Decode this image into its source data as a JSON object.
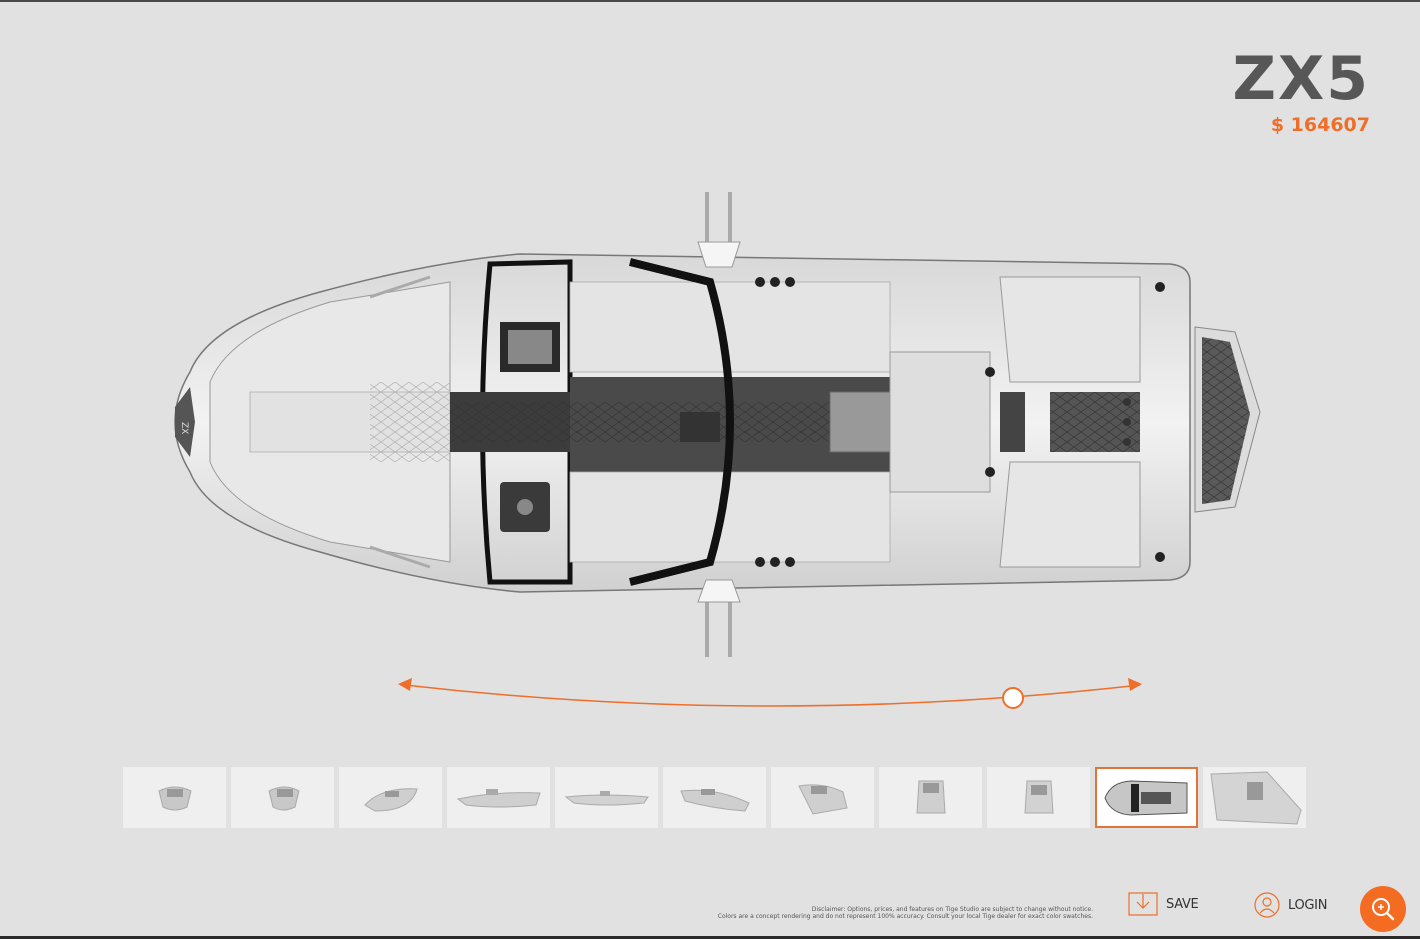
{
  "product": {
    "model_name": "ZX5",
    "price": "$ 164607"
  },
  "colors": {
    "accent": "#f36c21",
    "price": "#ee6e2a",
    "background": "#e1e1e1",
    "title": "#575757"
  },
  "viewer": {
    "main_view": "top-down",
    "main_view_icon": "boat-top-view-render",
    "rotate_slider": {
      "left_arrow_icon": "arrow-left-icon",
      "right_arrow_icon": "arrow-right-icon",
      "handle_position_pct": 81
    }
  },
  "thumbnails": [
    {
      "view": "front",
      "active": false
    },
    {
      "view": "front-three-quarter",
      "active": false
    },
    {
      "view": "bow-angle",
      "active": false
    },
    {
      "view": "side-profile-port",
      "active": false
    },
    {
      "view": "side-profile-low",
      "active": false
    },
    {
      "view": "stern-three-quarter",
      "active": false
    },
    {
      "view": "stern-angle",
      "active": false
    },
    {
      "view": "rear-elevated",
      "active": false
    },
    {
      "view": "rear",
      "active": false
    },
    {
      "view": "top-down",
      "active": true
    },
    {
      "view": "interior-detail",
      "active": false
    }
  ],
  "footer": {
    "disclaimer_line1": "Disclaimer: Options, prices, and features on Tige Studio are subject to change without notice.",
    "disclaimer_line2": "Colors are a concept rendering and do not represent 100% accuracy. Consult your local Tige dealer for exact color swatches.",
    "save_label": "SAVE",
    "login_label": "LOGIN",
    "zoom_icon": "zoom-in-icon"
  }
}
